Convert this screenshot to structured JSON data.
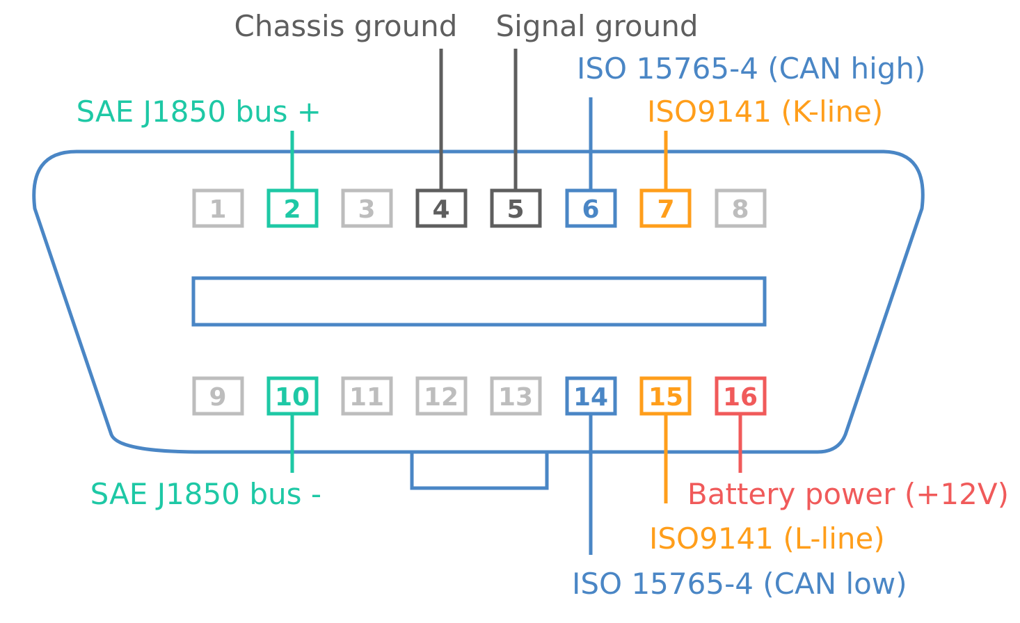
{
  "colors": {
    "outline": "#4a86c5",
    "inactive": "#bdbdbd",
    "ground": "#5e5e5e",
    "j1850": "#1ec8a5",
    "can": "#4a86c5",
    "iso9141": "#ff9e1b",
    "battery": "#f05a5a"
  },
  "pins": {
    "p1": "1",
    "p2": "2",
    "p3": "3",
    "p4": "4",
    "p5": "5",
    "p6": "6",
    "p7": "7",
    "p8": "8",
    "p9": "9",
    "p10": "10",
    "p11": "11",
    "p12": "12",
    "p13": "13",
    "p14": "14",
    "p15": "15",
    "p16": "16"
  },
  "labels": {
    "chassis_ground": "Chassis ground",
    "signal_ground": "Signal ground",
    "can_high": "ISO 15765-4 (CAN high)",
    "j1850_plus": "SAE J1850 bus +",
    "kline": "ISO9141 (K-line)",
    "j1850_minus": "SAE J1850 bus -",
    "battery": "Battery power (+12V)",
    "lline": "ISO9141 (L-line)",
    "can_low": "ISO 15765-4 (CAN low)"
  }
}
